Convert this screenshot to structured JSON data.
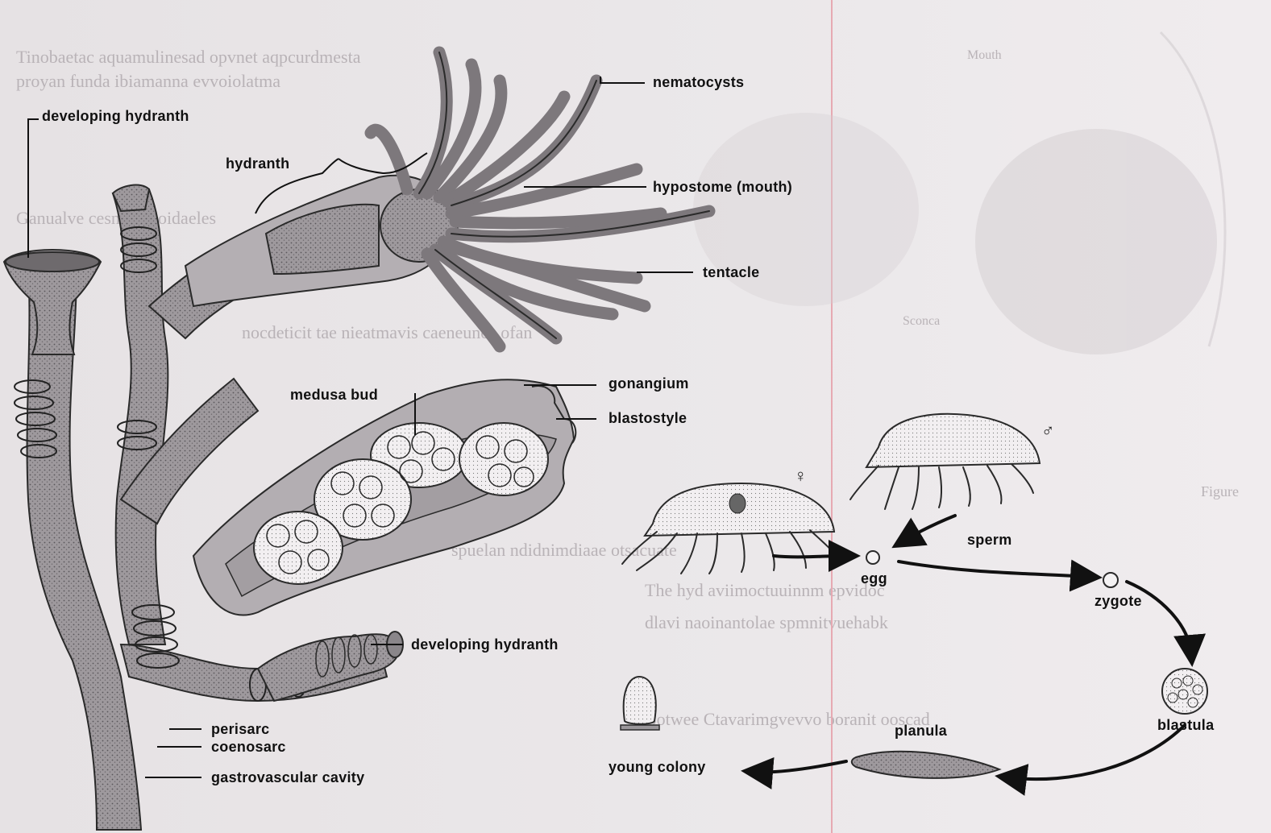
{
  "labels": {
    "developing_hydranth_top": "developing hydranth",
    "hydranth": "hydranth",
    "nematocysts": "nematocysts",
    "hypostome": "hypostome (mouth)",
    "tentacle": "tentacle",
    "gonangium": "gonangium",
    "medusa_bud": "medusa bud",
    "blastostyle": "blastostyle",
    "developing_hydranth_bottom": "developing hydranth",
    "perisarc": "perisarc",
    "coenosarc": "coenosarc",
    "gastrovascular_cavity": "gastrovascular cavity",
    "sperm": "sperm",
    "egg": "egg",
    "zygote": "zygote",
    "blastula": "blastula",
    "planula": "planula",
    "young_colony": "young colony"
  },
  "symbols": {
    "female": "♀",
    "male": "♂"
  },
  "colors": {
    "ink": "#111111",
    "stem_fill": "#a9a4a8",
    "stem_shade": "#8b868a",
    "background": "#e9e6e8",
    "bleed_line": "#e6a9b2"
  }
}
